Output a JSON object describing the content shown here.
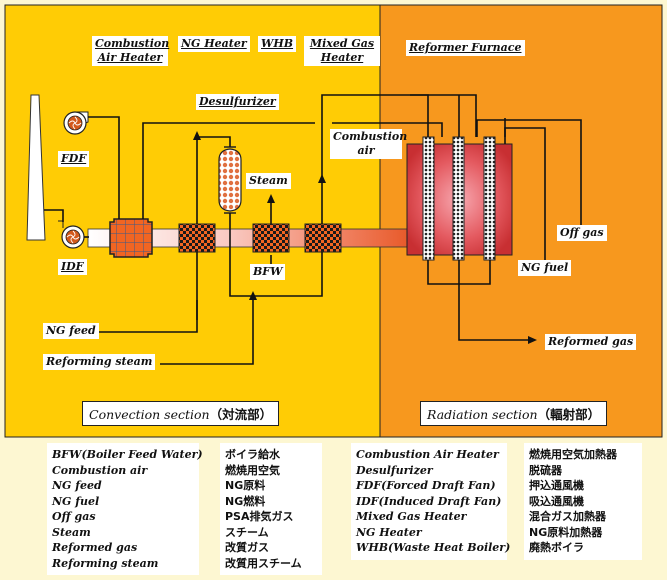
{
  "colors": {
    "page_bg": "#fdf7d2",
    "convection_bg": "#ffcc05",
    "radiation_bg": "#f7981e",
    "furnace_red": "#d2393c",
    "heater_orange": "#f26522"
  },
  "sections": {
    "convection": {
      "label_en": "Convection section",
      "label_jp": "（対流部）"
    },
    "radiation": {
      "label_en": "Radiation section",
      "label_jp": "（輻射部）"
    }
  },
  "equipment_labels": {
    "combustion_air_heater": "Combustion Air Heater",
    "ng_heater": "NG Heater",
    "whb": "WHB",
    "mixed_gas_heater": "Mixed Gas Heater",
    "reformer_furnace": "Reformer Furnace",
    "desulfurizer": "Desulfurizer",
    "fdf": "FDF",
    "idf": "IDF"
  },
  "stream_labels": {
    "combustion_air": "Combustion air",
    "steam": "Steam",
    "bfw": "BFW",
    "ng_feed": "NG feed",
    "reforming_steam": "Reforming steam",
    "off_gas": "Off gas",
    "ng_fuel": "NG fuel",
    "reformed_gas": "Reformed gas"
  },
  "legend_streams": {
    "en": [
      "BFW(Boiler Feed Water)",
      "Combustion air",
      "NG feed",
      "NG fuel",
      "Off gas",
      "Steam",
      "Reformed gas",
      "Reforming steam"
    ],
    "jp": [
      "ボイラ給水",
      "燃焼用空気",
      "NG原料",
      "NG燃料",
      "PSA排気ガス",
      "スチーム",
      "改質ガス",
      "改質用スチーム"
    ]
  },
  "legend_equipment": {
    "en": [
      "Combustion Air Heater",
      "Desulfurizer",
      "FDF(Forced Draft Fan)",
      "IDF(Induced Draft Fan)",
      "Mixed Gas Heater",
      "NG Heater",
      "WHB(Waste Heat Boiler)"
    ],
    "jp": [
      "燃焼用空気加熱器",
      "脱硫器",
      "押込通風機",
      "吸込通風機",
      "混合ガス加熱器",
      "NG原料加熱器",
      "廃熱ボイラ"
    ]
  }
}
